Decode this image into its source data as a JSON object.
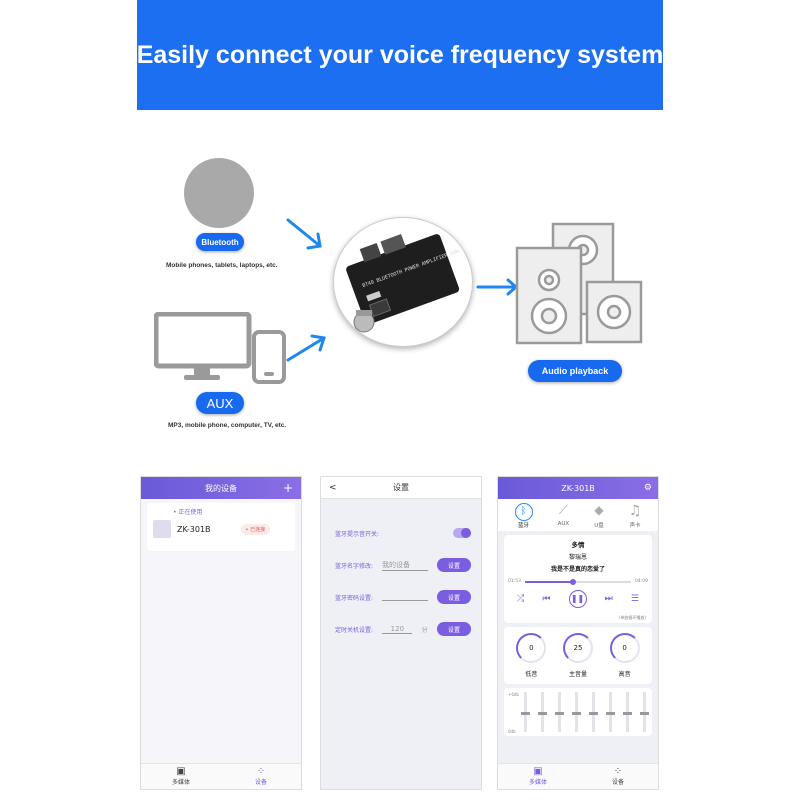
{
  "banner": {
    "title": "Easily connect your voice frequency system"
  },
  "diagram": {
    "bluetooth_label": "Bluetooth",
    "bluetooth_caption": "Mobile phones, tablets, laptops, etc.",
    "aux_label": "AUX",
    "aux_caption": "MP3, mobile phone, computer, TV, etc.",
    "playback_label": "Audio playback",
    "board_text": "BT40 BLUETOOTH POWER AMPLIFIER 50W",
    "colors": {
      "accent": "#1769f0",
      "board": "#1e1e1e"
    }
  },
  "phone1": {
    "title": "我的设备",
    "add_icon": "+",
    "section": "• 正在使用",
    "device_name": "ZK-301B",
    "status": "• 已连接",
    "tabs": [
      {
        "icon": "play-square-icon",
        "label": "多媒体"
      },
      {
        "icon": "grid-icon",
        "label": "设备"
      }
    ]
  },
  "phone2": {
    "title": "设置",
    "back": "<",
    "rows": [
      {
        "label": "蓝牙提示音开关:",
        "type": "toggle"
      },
      {
        "label": "蓝牙名字修改:",
        "placeholder": "我的设备",
        "button": "设置"
      },
      {
        "label": "蓝牙密码设置:",
        "placeholder": "",
        "button": "设置"
      },
      {
        "label": "定时关机设置:",
        "placeholder": "120",
        "unit": "分",
        "button": "设置"
      }
    ]
  },
  "phone3": {
    "title": "ZK-301B",
    "sources": [
      {
        "icon": "bluetooth-icon",
        "label": "蓝牙"
      },
      {
        "icon": "aux-icon",
        "label": "AUX"
      },
      {
        "icon": "usb-icon",
        "label": "U盘"
      },
      {
        "icon": "music-note-icon",
        "label": "声卡"
      }
    ],
    "song_title": "多情",
    "artist": "黎瑞恩",
    "lyric": "我是不是真的恋爱了",
    "time_elapsed": "01:53",
    "time_total": "04:09",
    "progress": 0.45,
    "mode_label": "(单曲循环播放)",
    "knobs": [
      {
        "value": "0",
        "label": "低音"
      },
      {
        "value": "25",
        "label": "主音量"
      },
      {
        "value": "0",
        "label": "高音"
      }
    ],
    "eq_top": "+6db",
    "eq_bottom": "0db",
    "eq_levels": [
      0.5,
      0.5,
      0.5,
      0.5,
      0.5,
      0.5,
      0.5,
      0.5
    ],
    "tabs": [
      {
        "icon": "play-square-icon",
        "label": "多媒体"
      },
      {
        "icon": "grid-icon",
        "label": "设备"
      }
    ]
  }
}
